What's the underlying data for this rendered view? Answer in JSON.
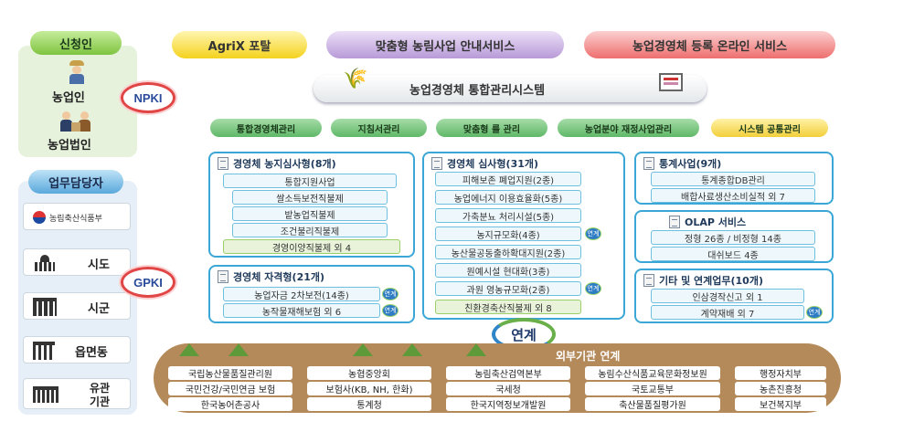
{
  "top_pills": {
    "agrix": "AgriX 포탈",
    "custom": "맞춤형 농림사업 안내서비스",
    "online": "농업경영체 등록 온라인 서비스"
  },
  "system_title": "농업경영체 통합관리시스템",
  "applicant": {
    "title": "신청인",
    "farmer": "농업인",
    "corp": "농업법인"
  },
  "npki": "NPKI",
  "gpki": "GPKI",
  "staff": {
    "title": "업무담당자",
    "ministry": "농림축산식품부",
    "sido": "시도",
    "sigun": "시군",
    "eup": "읍면동",
    "agency_1": "유관",
    "agency_2": "기관"
  },
  "categories": [
    "통합경영체관리",
    "지침서관리",
    "맞춤형 룰 관리",
    "농업분야 재정사업관리",
    "시스템 공통관리"
  ],
  "farmland": {
    "title": "경영체 농지심사형(8개)",
    "items": [
      "통합지원사업",
      "쌀소득보전직불제",
      "밭농업직불제",
      "조건불리직불제",
      "경영이양직불제 외 4"
    ]
  },
  "qualification": {
    "title": "경영체 자격형(21개)",
    "items": [
      "농업자금 2차보전(14종)",
      "농작물재해보험 외 6"
    ]
  },
  "review": {
    "title": "경영체 심사형(31개)",
    "items": [
      "피해보존 폐업지원(2종)",
      "농업에너지 이용효율화(5종)",
      "가축분뇨 처리시설(5종)",
      "농지규모화(4종)",
      "농산물공동출하확대지원(2종)",
      "원예시설 현대화(3종)",
      "과원 영농규모화(2종)",
      "친환경축산직불제 외 8"
    ]
  },
  "stats": {
    "title": "통계사업(9개)",
    "items": [
      "통계종합DB관리",
      "배합사료생산소비실적 외 7"
    ]
  },
  "olap": {
    "title": "OLAP 서비스",
    "items": [
      "정형 26종 / 비정형 14종",
      "대쉬보드 4종"
    ]
  },
  "etc": {
    "title": "기타 및 연계업무(10개)",
    "items": [
      "인삼경작신고 외 1",
      "계약재배 외 7"
    ]
  },
  "link_badge": "연계",
  "link_big": "연계",
  "external": {
    "title": "외부기관 연계",
    "rows": [
      [
        "국립농산물품질관리원",
        "농협중앙회",
        "농림축산검역본부",
        "농림수산식품교육문화정보원",
        "행정자치부"
      ],
      [
        "국민건강/국민연금 보험",
        "보험사(KB, NH, 한화)",
        "국세청",
        "국토교통부",
        "농촌진흥청"
      ],
      [
        "한국농어촌공사",
        "통계청",
        "한국지역정보개발원",
        "축산물품질평가원",
        "보건복지부"
      ]
    ]
  }
}
